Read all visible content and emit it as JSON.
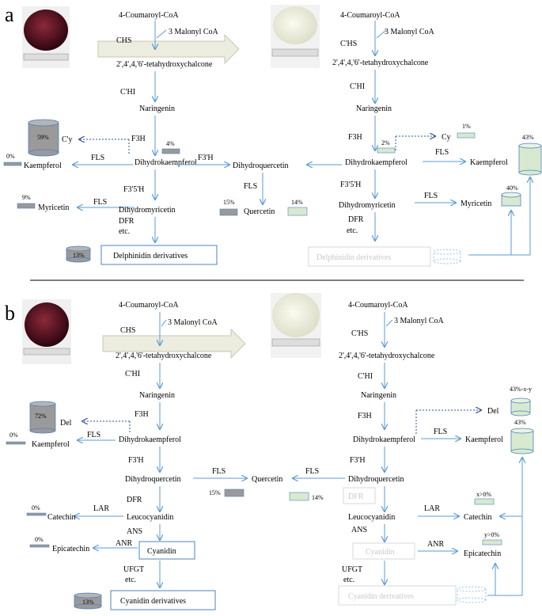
{
  "panel_a": {
    "letter": "a",
    "red": {
      "start": "4-Coumaroyl-CoA",
      "malonyl": "3 Malonyl CoA",
      "chs": "CHS",
      "chalcone": "2',4',4,'6'-tetahydroxychalcone",
      "chi": "C'HI",
      "naringenin": "Naringenin",
      "f3h": "F3H",
      "f3pct": "4%",
      "cy": "C'y",
      "cypct": "59%",
      "dhk": "Dihydrokaempferol",
      "fls1": "FLS",
      "kaempferol": "Kaempferol",
      "kpct": "0%",
      "f3p5h": "F3'5'H",
      "fls2": "FLS",
      "myricetin": "Myricetin",
      "mpct": "9%",
      "dhm": "Dihydromyricetin",
      "dfr": "DFR",
      "etc": "etc.",
      "delph": "Delphinidin derivatives",
      "delpct": "13%",
      "f3ph": "F3'H",
      "dhq": "Dihydroquercetin",
      "fls3": "FLS",
      "quercetin": "Quercetin",
      "qpct_red": "15%",
      "qpct_white": "14%"
    },
    "white": {
      "start": "4-Coumaroyl-CoA",
      "malonyl": "3 Malonyl CoA",
      "chs": "C'HS",
      "chalcone": "2',4',4,'6'-tetahydroxychalcone",
      "chi": "C'HI",
      "naringenin": "Naringenin",
      "f3h": "F3H",
      "f3pct": "2%",
      "cy": "Cy",
      "cypct": "1%",
      "dhk": "Dihydrokaempferol",
      "fls1": "FLS",
      "kaempferol": "Kaempferol",
      "kpct": "43%",
      "f3p5h": "F3'5'H",
      "dhm": "Dihydromyricetin",
      "fls2": "FLS",
      "myricetin": "Myricetin",
      "mpct": "40%",
      "dfr": "DFR",
      "etc": "etc.",
      "delph": "Delphinidin derivatives"
    }
  },
  "panel_b": {
    "letter": "b",
    "red": {
      "start": "4-Coumaroyl-CoA",
      "malonyl": "3 Malonyl CoA",
      "chs": "CHS",
      "chalcone": "2',4',4,'6'-tetahydroxychalcone",
      "chi": "C'HI",
      "naringenin": "Naringenin",
      "f3h": "F3H",
      "del": "Del",
      "delpct": "72%",
      "dhk": "Dihydrokaempferol",
      "fls1": "FLS",
      "kaempferol": "Kaempferol",
      "kpct": "0%",
      "f3ph": "F3'H",
      "dhq": "Dihydroquercetin",
      "fls2": "FLS",
      "quercetin": "Quercetin",
      "qpct_red": "15%",
      "qpct_white": "14%",
      "dfr": "DFR",
      "leuco": "Leucocyanidin",
      "lar": "LAR",
      "catechin": "Catechin",
      "cpct": "0%",
      "ans": "ANS",
      "anr": "ANR",
      "epicatechin": "Epicatechin",
      "epct": "0%",
      "cyanidin": "Cyanidin",
      "ufgt": "UFGT",
      "etc": "etc.",
      "cyder": "Cyanidin derivatives",
      "cyderpct": "13%"
    },
    "white": {
      "start": "4-Coumaroyl-CoA",
      "malonyl": "3 Malonyl CoA",
      "chs": "C'HS",
      "chalcone": "2',4',4,'6'-tetahydroxychalcone",
      "chi": "C'HI",
      "naringenin": "Naringenin",
      "f3h": "F3H",
      "del": "Del",
      "delpct": "43%-x-y",
      "dhk": "Dihydrokaempferol",
      "fls1": "FLS",
      "kaempferol": "Kaempferol",
      "kpct": "43%",
      "f3ph": "F3'H",
      "fls2": "FLS",
      "dhq": "Dihydroquercetin",
      "dfr": "DFR",
      "leuco": "Leucocyanidin",
      "lar": "LAR",
      "catechin": "Catechin",
      "cpct": "x>0%",
      "ans": "ANS",
      "anr": "ANR",
      "epicatechin": "Epicatechin",
      "epct": "y>0%",
      "cyanidin": "Cyanidin",
      "ufgt": "UFGT",
      "etc": "etc.",
      "cyder": "Cyanidin derivatives"
    }
  },
  "colors": {
    "arrow": "#5b9bd5",
    "green": "#d7ead0",
    "grey": "#9a9a9a",
    "faint": "#c8c8c8",
    "box": "#4f81bd"
  }
}
